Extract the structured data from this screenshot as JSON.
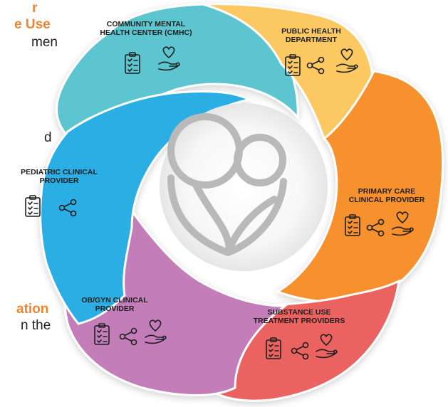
{
  "background_text": {
    "line1": "r",
    "line2": "e Use",
    "line3": "men",
    "line4": "d",
    "line5": "ation",
    "line6": "n the"
  },
  "segments": [
    {
      "name": "cmhc",
      "label_lines": [
        "COMMUNITY MENTAL",
        "HEALTH CENTER (CMHC)"
      ],
      "color": "#5cc5cf",
      "icons": [
        "clipboard-icon",
        "hand-heart-icon"
      ]
    },
    {
      "name": "public-health",
      "label_lines": [
        "PUBLIC HEALTH",
        "DEPARTMENT"
      ],
      "color": "#fcc862",
      "icons": [
        "clipboard-icon",
        "network-icon",
        "hand-heart-icon"
      ]
    },
    {
      "name": "primary-care",
      "label_lines": [
        "PRIMARY CARE",
        "CLINICAL PROVIDER"
      ],
      "color": "#f6912f",
      "icons": [
        "clipboard-icon",
        "network-icon",
        "hand-heart-icon"
      ]
    },
    {
      "name": "substance-use",
      "label_lines": [
        "SUBSTANCE USE",
        "TREATMENT PROVIDERS"
      ],
      "color": "#ea6461",
      "icons": [
        "clipboard-icon",
        "network-icon",
        "hand-heart-icon"
      ]
    },
    {
      "name": "obgyn",
      "label_lines": [
        "OB/GYN CLINICAL",
        "PROVIDER"
      ],
      "color": "#c37eba",
      "icons": [
        "clipboard-icon",
        "network-icon",
        "hand-heart-icon"
      ]
    },
    {
      "name": "pediatric",
      "label_lines": [
        "PEDIATRIC CLINICAL",
        "PROVIDER"
      ],
      "color": "#29aee4",
      "icons": [
        "clipboard-icon",
        "network-icon"
      ]
    }
  ],
  "center_icon": "mother-child-heart-icon"
}
